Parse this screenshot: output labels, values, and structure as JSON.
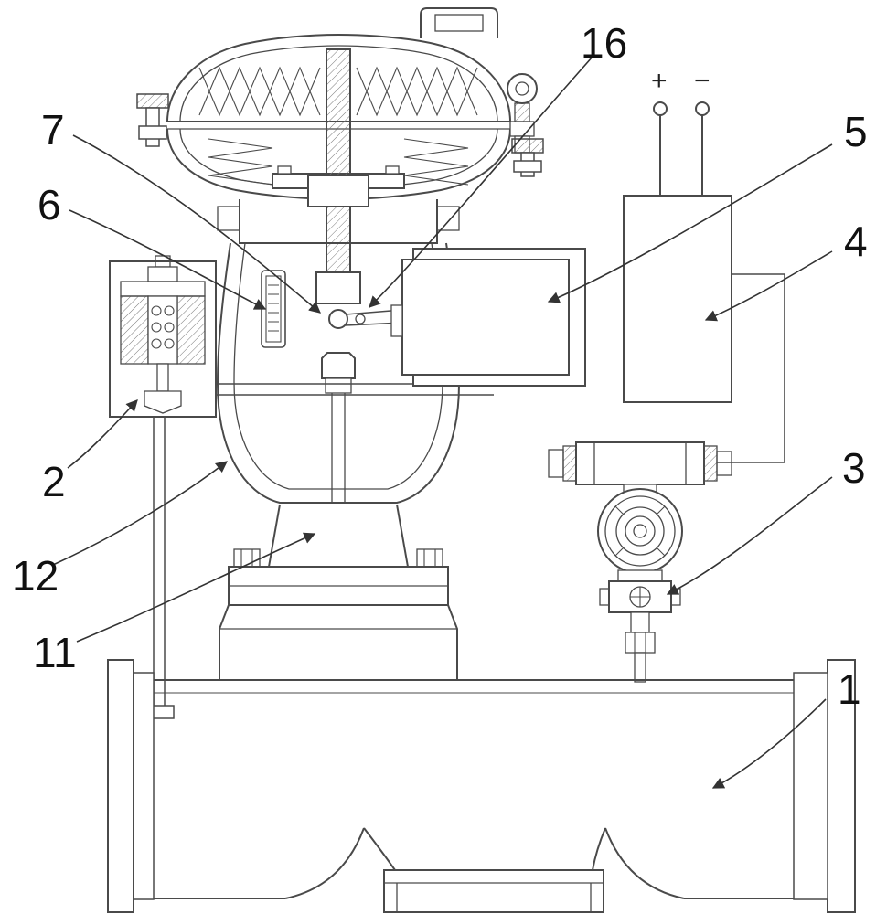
{
  "canvas": {
    "background": "#ffffff",
    "line_color": "#4a4a4a",
    "label_color": "#111111"
  },
  "labels": [
    {
      "text": "16"
    },
    {
      "text": "7"
    },
    {
      "text": "6"
    },
    {
      "text": "2"
    },
    {
      "text": "12"
    },
    {
      "text": "11"
    },
    {
      "text": "5"
    },
    {
      "text": "4"
    },
    {
      "text": "3"
    },
    {
      "text": "1"
    },
    {
      "text": "+"
    },
    {
      "text": "−"
    }
  ]
}
